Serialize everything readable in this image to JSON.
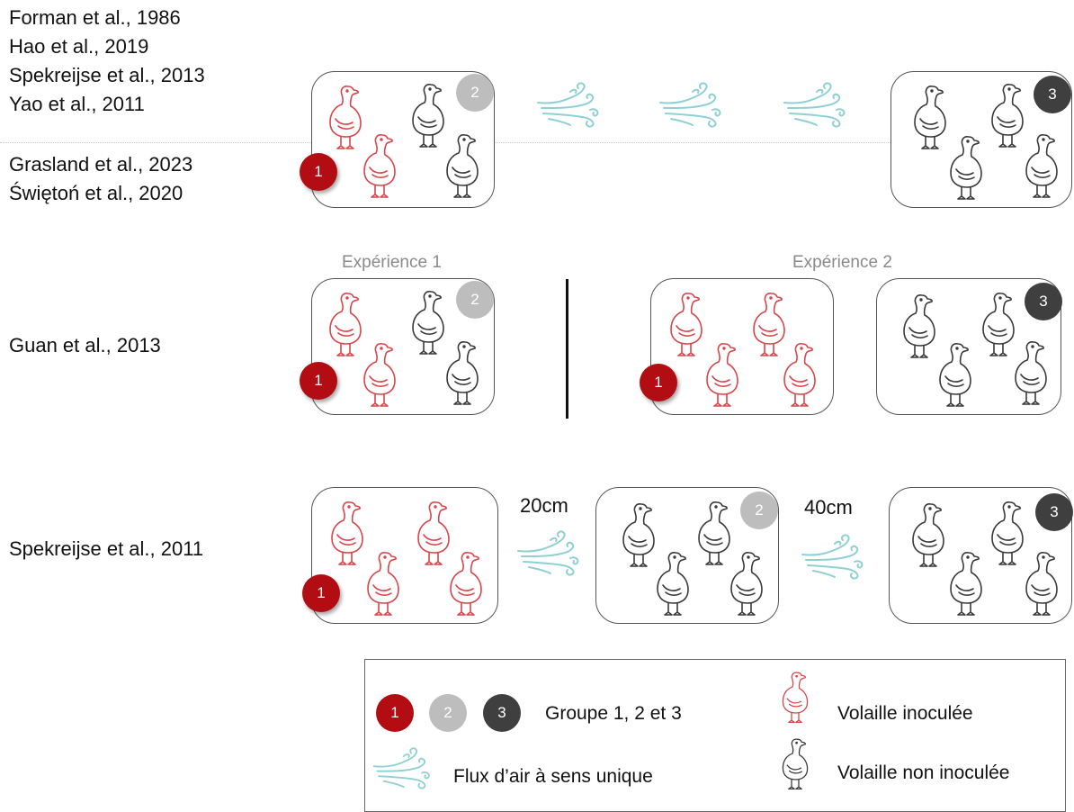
{
  "references": {
    "group_a": [
      "Forman et al., 1986",
      "Hao et al., 2019",
      "Spekreijse et al., 2013",
      "Yao et al., 2011"
    ],
    "group_b": [
      "Grasland et al., 2023",
      "Świętoń et al., 2020"
    ],
    "row2": "Guan et al., 2013",
    "row3": "Spekreijse et al., 2011"
  },
  "experiments": {
    "exp1": "Expérience 1",
    "exp2": "Expérience 2"
  },
  "distances": {
    "d1": "20cm",
    "d2": "40cm"
  },
  "badges": {
    "g1": "1",
    "g2": "2",
    "g3": "3"
  },
  "legend": {
    "groups": "Groupe 1, 2 et 3",
    "airflow": "Flux d’air à sens unique",
    "inoculated": "Volaille inoculée",
    "non_inoculated": "Volaille non inoculée"
  },
  "colors": {
    "inoculated": "#d9454a",
    "non_inoculated": "#3a3a3a",
    "group1": "#b30d14",
    "group2": "#bdbdbd",
    "group3": "#3f3f3f",
    "airflow": "#8fd0d4"
  }
}
